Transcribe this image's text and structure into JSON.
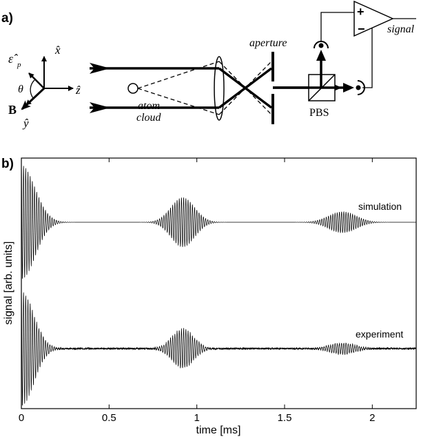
{
  "panel_a": {
    "label": "a)",
    "axes": {
      "x": "x̂",
      "z": "ẑ",
      "y": "ŷ",
      "eps": "ε̂",
      "eps_sub": "p",
      "theta": "θ",
      "B": "B"
    },
    "atom_cloud_line1": "atom",
    "atom_cloud_line2": "cloud",
    "aperture": "aperture",
    "pbs": "PBS",
    "amp_plus": "+",
    "amp_minus": "−",
    "signal": "signal"
  },
  "panel_b": {
    "label": "b)",
    "chart_data": {
      "type": "line",
      "xlabel": "time [ms]",
      "ylabel": "signal [arb. units]",
      "xlim": [
        0,
        2.25
      ],
      "xticks": [
        "0",
        "0.5",
        "1",
        "1.5",
        "2"
      ],
      "xtick_values": [
        0,
        0.5,
        1,
        1.5,
        2
      ],
      "series": [
        {
          "name": "simulation",
          "oscillation_period_ms": 0.0125,
          "envelope": [
            {
              "t0": 0,
              "center": 0.0,
              "amplitude": 0.92,
              "width": 0.11
            },
            {
              "t0": 0,
              "center": 0.92,
              "amplitude": 0.4,
              "width": 0.095
            },
            {
              "t0": 0,
              "center": 1.83,
              "amplitude": 0.17,
              "width": 0.11
            }
          ],
          "noise": 0
        },
        {
          "name": "experiment",
          "oscillation_period_ms": 0.0125,
          "envelope": [
            {
              "t0": 0,
              "center": 0.0,
              "amplitude": 0.92,
              "width": 0.1
            },
            {
              "t0": 0,
              "center": 0.92,
              "amplitude": 0.32,
              "width": 0.085
            },
            {
              "t0": 0,
              "center": 1.83,
              "amplitude": 0.09,
              "width": 0.1
            }
          ],
          "noise": 0.03
        }
      ]
    }
  }
}
